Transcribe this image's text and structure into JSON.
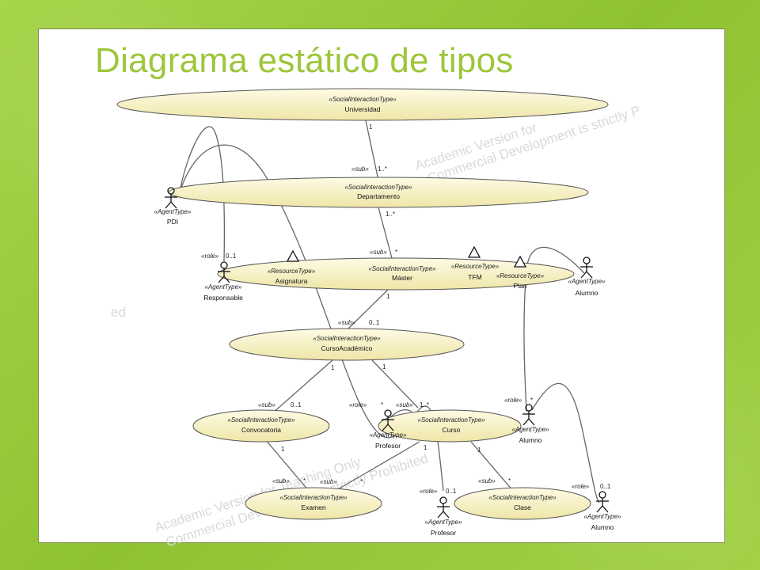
{
  "slide": {
    "title": "Diagrama estático de tipos"
  },
  "colors": {
    "background": "#9ccc3c",
    "title": "#9dc63a",
    "ellipse_fill": "#fbf7d2"
  },
  "watermark": {
    "w1": "Academic Version for",
    "w2": "Commercial Development is strictly P",
    "w3": "Academic Version for Teaching Only",
    "w4": "Commercial Development is strictly Prohibited",
    "w5": "ed"
  },
  "diagram": {
    "nodes": {
      "universidad": {
        "stereotype": "«SocialInteractionType»",
        "name": "Universidad"
      },
      "departamento": {
        "stereotype": "«SocialInteractionType»",
        "name": "Departamento"
      },
      "master": {
        "stereotype": "«SocialInteractionType»",
        "name": "Máster"
      },
      "asignatura": {
        "stereotype": "«ResourceType»",
        "name": "Asignatura"
      },
      "tfm": {
        "stereotype": "«ResourceType»",
        "name": "TFM"
      },
      "plan": {
        "stereotype": "«ResourceType»",
        "name": "Plan"
      },
      "curso_academico": {
        "stereotype": "«SocialInteractionType»",
        "name": "CursoAcadémico"
      },
      "convocatoria": {
        "stereotype": "«SocialInteractionType»",
        "name": "Convocatoria"
      },
      "curso": {
        "stereotype": "«SocialInteractionType»",
        "name": "Curso"
      },
      "examen": {
        "stereotype": "«SocialInteractionType»",
        "name": "Examen"
      },
      "clase": {
        "stereotype": "«SocialInteractionType»",
        "name": "Clase"
      }
    },
    "agents": {
      "pdi": {
        "stereotype": "«AgentType»",
        "name": "PDI"
      },
      "responsable": {
        "stereotype": "«AgentType»",
        "name": "Responsable"
      },
      "alumno_master": {
        "stereotype": "«AgentType»",
        "name": "Alumno"
      },
      "profesor_curso": {
        "stereotype": "«AgentType»",
        "name": "Profesor"
      },
      "alumno_curso": {
        "stereotype": "«AgentType»",
        "name": "Alumno"
      },
      "profesor_clase": {
        "stereotype": "«AgentType»",
        "name": "Profesor"
      },
      "alumno_clase": {
        "stereotype": "«AgentType»",
        "name": "Alumno"
      }
    },
    "labels": {
      "uni_1": "1",
      "dep_sub": "«sub»",
      "dep_mult": "1..*",
      "dep_1": "1..*",
      "master_sub": "«sub»",
      "master_star": "*",
      "resp_role": "«role»",
      "resp_mult": "0..1",
      "master_1": "1",
      "ca_sub": "«sub»",
      "ca_mult": "0..1",
      "ca_1a": "1",
      "ca_1b": "1",
      "conv_sub": "«sub»",
      "conv_mult": "0..1",
      "prof_role": "«role»",
      "prof_star": "*",
      "curso_sub": "«sub»",
      "curso_mult": "1..*",
      "alum_role": "«role»",
      "alum_star": "*",
      "conv_1": "1",
      "curso_1a": "1",
      "curso_1b": "1",
      "ex_sub1": "«sub»",
      "ex_star1": "*",
      "ex_sub2": "«sub»",
      "ex_star2": "*",
      "pc_role": "«role»",
      "pc_mult": "0..1",
      "cl_sub": "«sub»",
      "cl_star": "*",
      "ac_role": "«role»",
      "ac_mult": "0..1"
    }
  }
}
